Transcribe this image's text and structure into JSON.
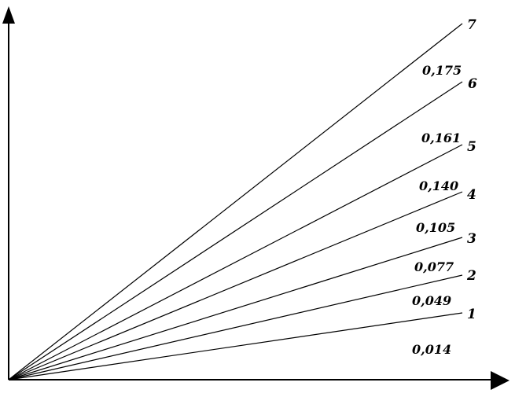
{
  "chart_data": {
    "type": "line",
    "title": "",
    "xlabel": "",
    "ylabel": "",
    "grid": false,
    "colors": {
      "line": "#000000",
      "axis": "#000000",
      "background": "#ffffff"
    },
    "lines": [
      {
        "number": "1",
        "value": "0,014"
      },
      {
        "number": "2",
        "value": "0,049"
      },
      {
        "number": "3",
        "value": "0,077"
      },
      {
        "number": "4",
        "value": "0,105"
      },
      {
        "number": "5",
        "value": "0,140"
      },
      {
        "number": "6",
        "value": "0,161"
      },
      {
        "number": "7",
        "value": "0,175"
      }
    ]
  }
}
